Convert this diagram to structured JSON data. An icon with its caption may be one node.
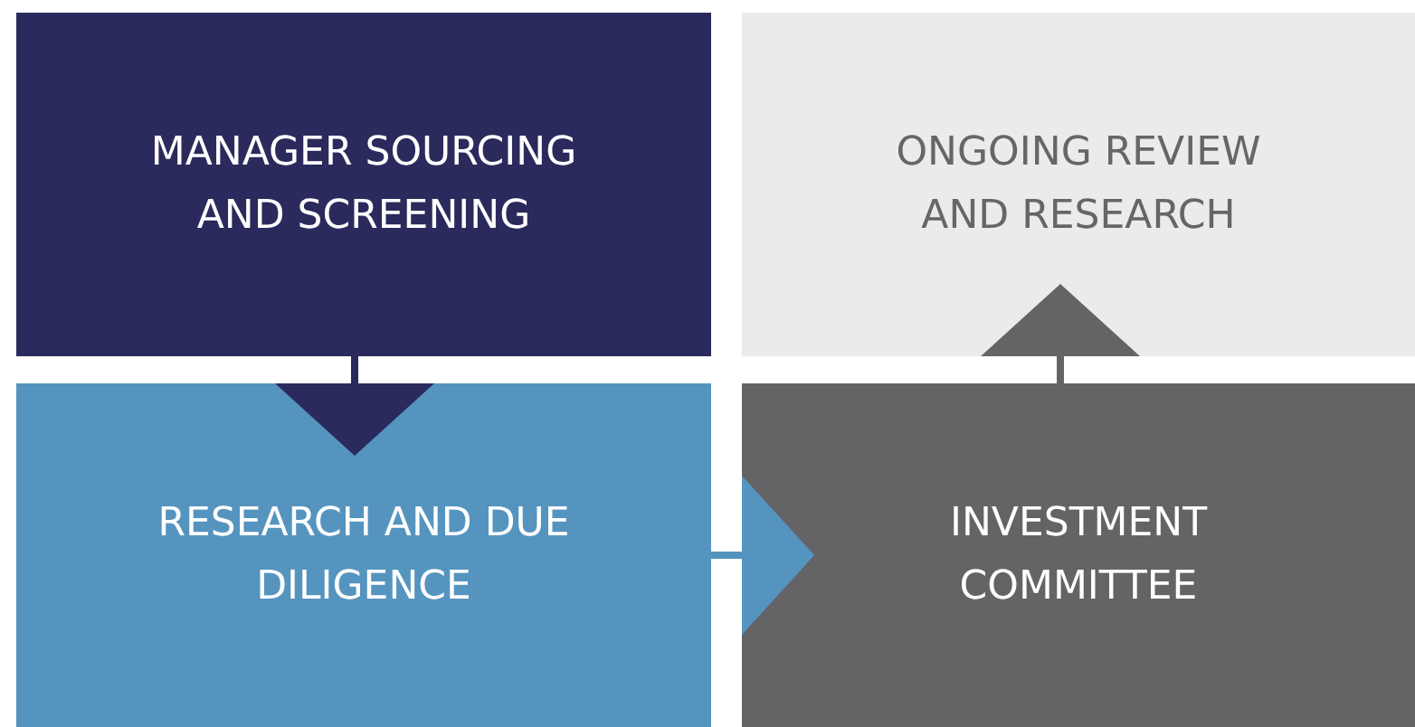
{
  "diagram": {
    "nodes": [
      {
        "text": [
          "MANAGER SOURCING AND SCREENING"
        ]
      },
      {
        "text": [
          "ONGOING REVIEW AND RESEARCH"
        ]
      },
      {
        "text": [
          "RESEARCH AND DUE DILIGENCE"
        ]
      },
      {
        "text": [
          "INVESTMENT COMMITTEE"
        ]
      }
    ],
    "edges": [
      {
        "from": 0,
        "to": 2,
        "arrow": "to",
        "color": "#2b2a5c"
      },
      {
        "from": 2,
        "to": 3,
        "arrow": "to",
        "color": "#5594bf"
      },
      {
        "from": 3,
        "to": 1,
        "arrow": "to",
        "color": "#646466"
      }
    ]
  }
}
